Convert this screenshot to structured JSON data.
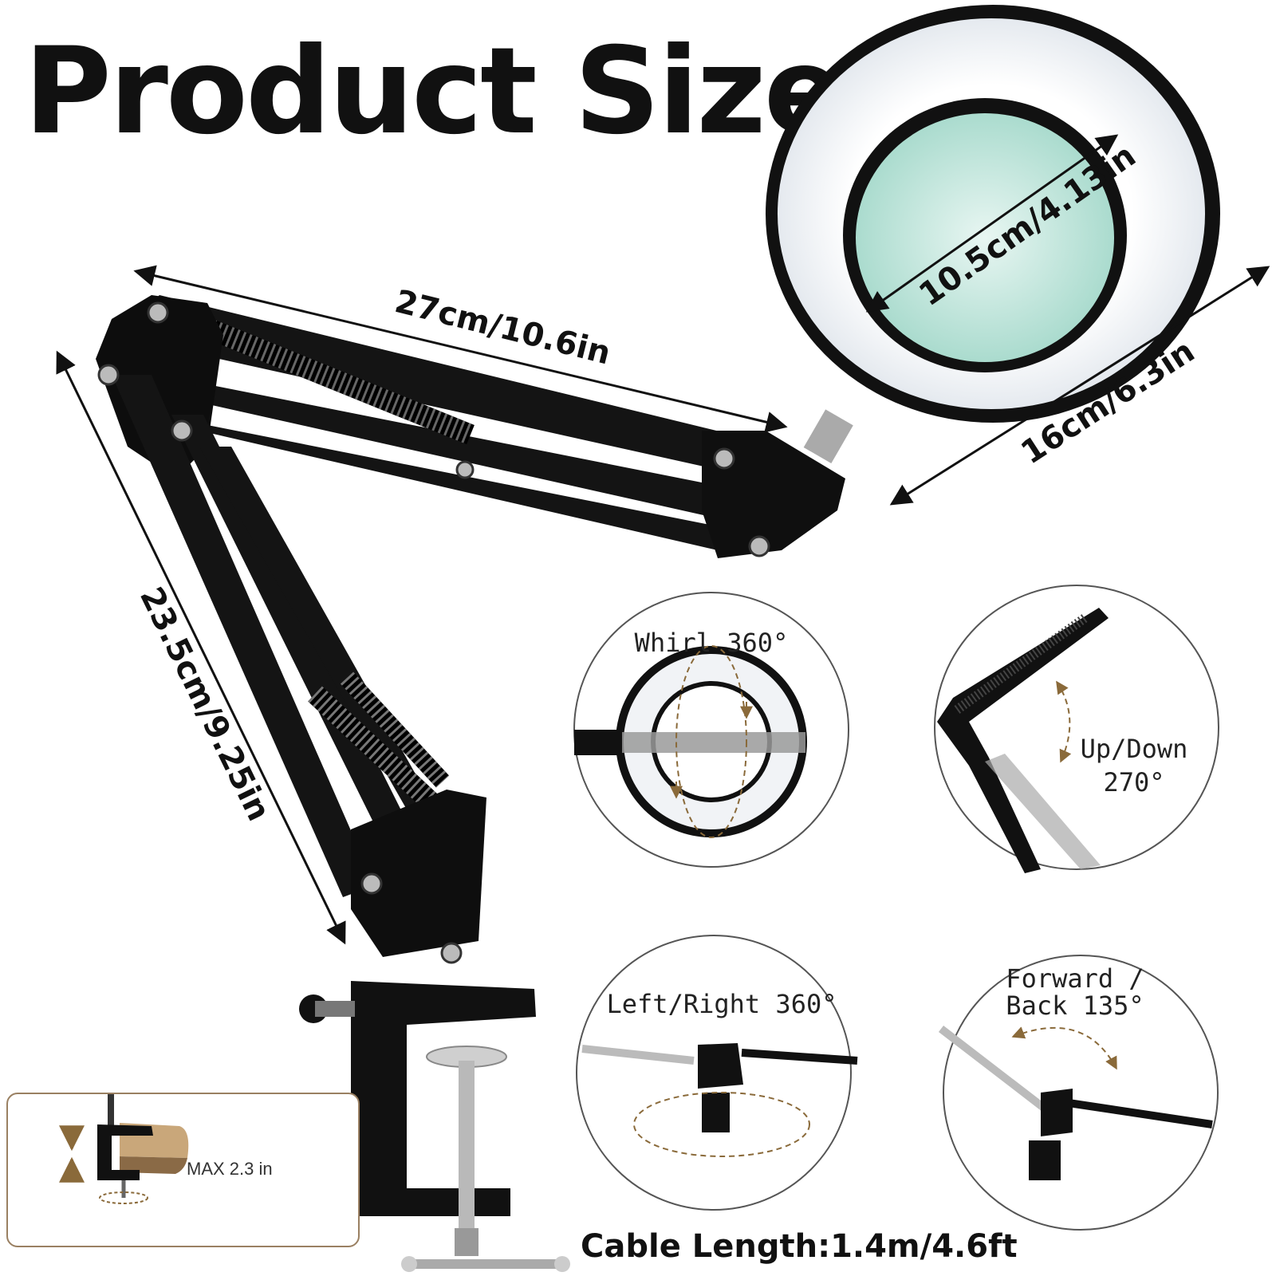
{
  "title": "Product Size",
  "dimensions": {
    "arm_upper": "27cm/10.6in",
    "arm_lower": "23.5cm/9.25in",
    "lens_inner": "10.5cm/4.13in",
    "lens_outer": "16cm/6.3in"
  },
  "features": [
    {
      "label": "Whirl 360°"
    },
    {
      "label_line1": "Up/Down",
      "label_line2": "270°"
    },
    {
      "label": "Left/Right 360°"
    },
    {
      "label_line1": "Forward /",
      "label_line2": "Back  135°"
    }
  ],
  "clamp_note": "MAX 2.3 in",
  "cable": "Cable Length:1.4m/4.6ft",
  "colors": {
    "frame": "#111111",
    "ring_light": "#f4f6f8",
    "lens": "#bfe3d8",
    "arrow_accent": "#8a6a3a"
  }
}
